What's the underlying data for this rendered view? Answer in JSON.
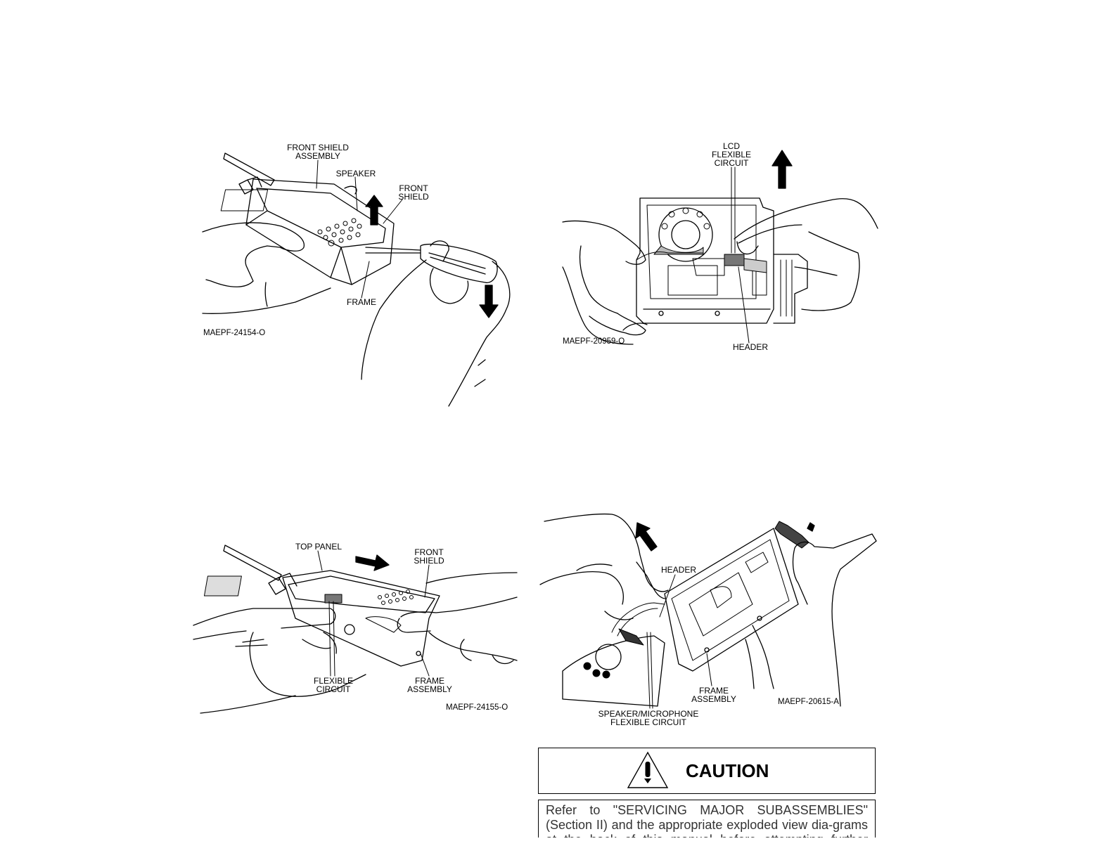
{
  "figures": [
    {
      "id": "MAEPF-24154-O",
      "labels": {
        "front_shield_assembly": [
          "FRONT SHIELD",
          "ASSEMBLY"
        ],
        "speaker": [
          "SPEAKER"
        ],
        "front_shield": [
          "FRONT",
          "SHIELD"
        ],
        "frame": [
          "FRAME"
        ]
      }
    },
    {
      "id": "MAEPF-20959-O",
      "labels": {
        "lcd_flexible_circuit": [
          "LCD",
          "FLEXIBLE",
          "CIRCUIT"
        ],
        "header": [
          "HEADER"
        ]
      }
    },
    {
      "id": "MAEPF-24155-O",
      "labels": {
        "top_panel": [
          "TOP PANEL"
        ],
        "front_shield": [
          "FRONT",
          "SHIELD"
        ],
        "flexible_circuit": [
          "FLEXIBLE",
          "CIRCUIT"
        ],
        "frame_assembly": [
          "FRAME",
          "ASSEMBLY"
        ]
      }
    },
    {
      "id": "MAEPF-20615-A",
      "labels": {
        "header": [
          "HEADER"
        ],
        "frame_assembly": [
          "FRAME",
          "ASSEMBLY"
        ],
        "speaker_microphone_flexible_circuit": [
          "SPEAKER/MICROPHONE",
          "FLEXIBLE CIRCUIT"
        ]
      }
    }
  ],
  "caution": {
    "icon": "warning-triangle-icon",
    "title": "CAUTION",
    "text": "Refer to \"SERVICING MAJOR SUBASSEMBLIES\" (Section II) and the appropriate exploded view dia-grams at the back of this manual before attempting further disas-"
  }
}
